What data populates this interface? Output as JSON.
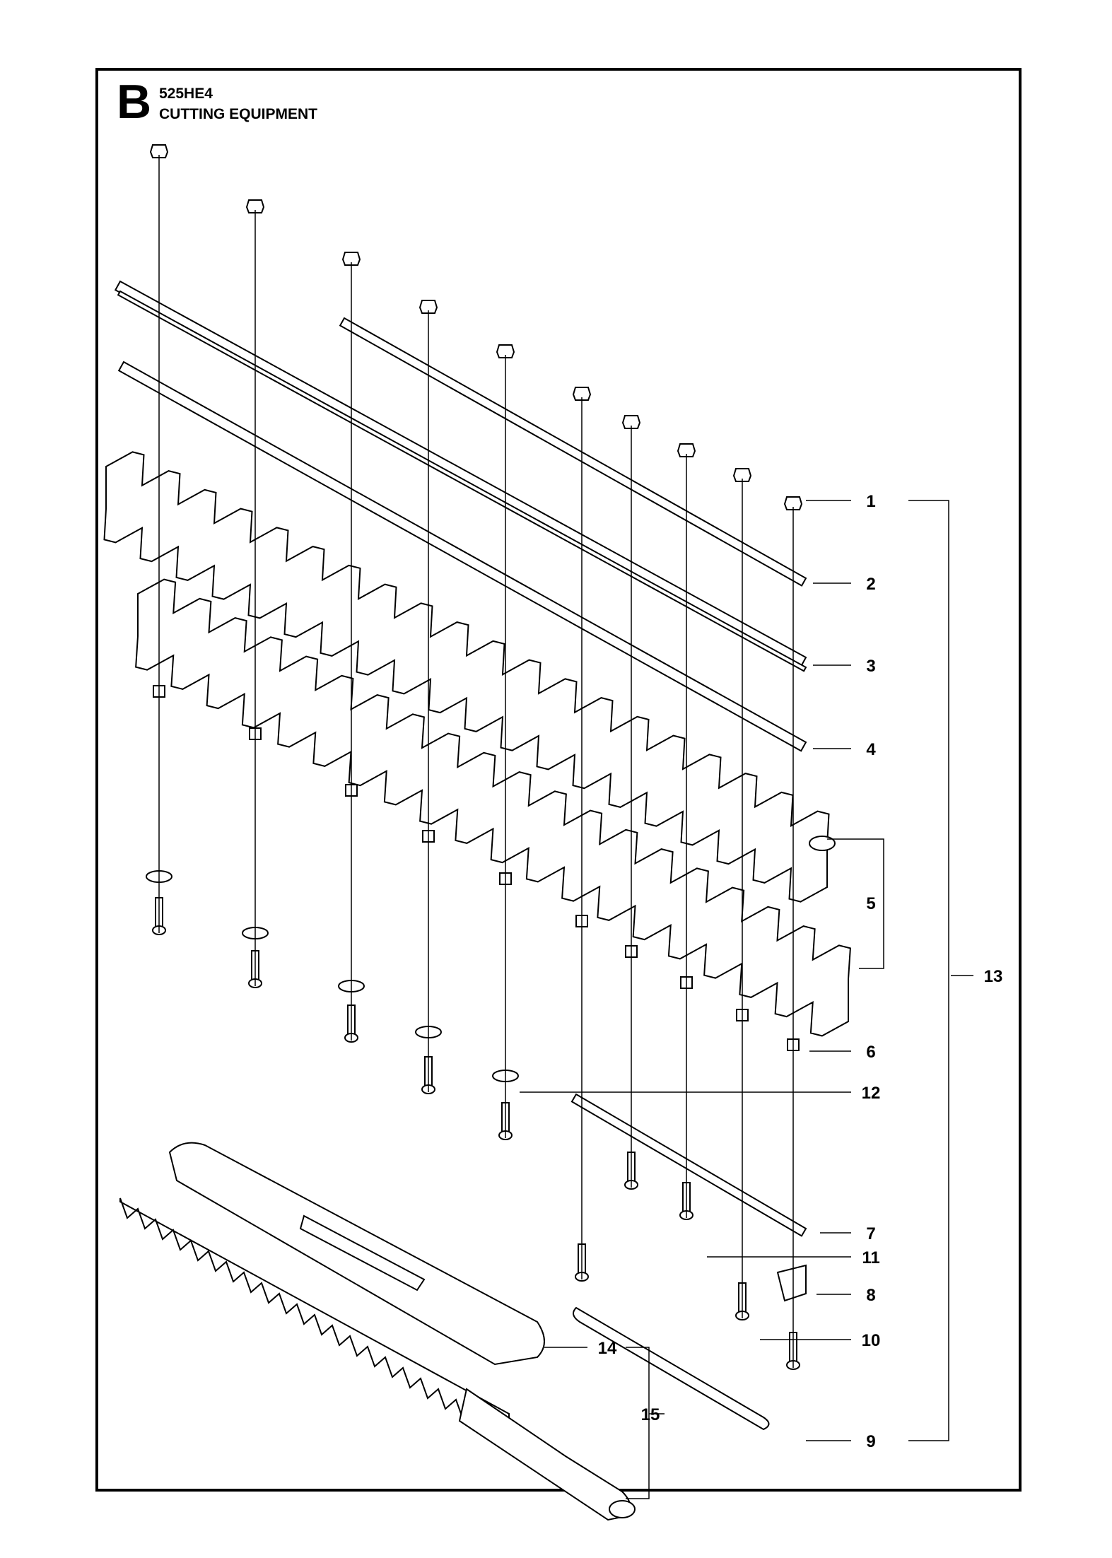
{
  "header": {
    "section_letter": "B",
    "model": "525HE4",
    "section_title": "CUTTING EQUIPMENT"
  },
  "callouts": [
    "1",
    "2",
    "3",
    "4",
    "5",
    "6",
    "7",
    "8",
    "9",
    "10",
    "11",
    "12",
    "13",
    "14",
    "15"
  ],
  "colors": {
    "line": "#000000",
    "background": "#ffffff"
  }
}
